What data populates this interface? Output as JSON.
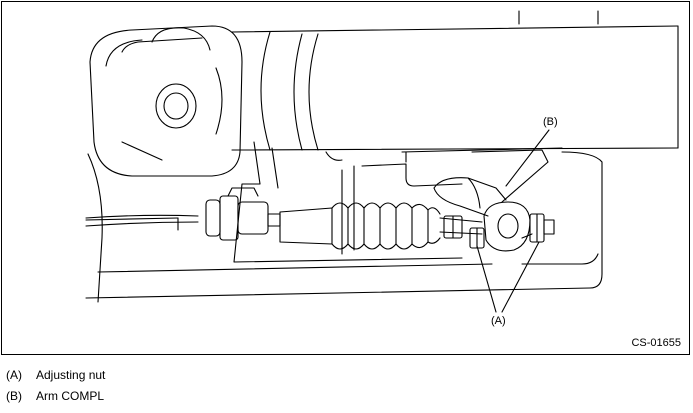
{
  "figure": {
    "code": "CS-01655",
    "callouts": {
      "a": "(A)",
      "b": "(B)"
    },
    "icon": "shift-cable-arm-illustration"
  },
  "legend": [
    {
      "key": "(A)",
      "text": "Adjusting nut"
    },
    {
      "key": "(B)",
      "text": "Arm COMPL"
    }
  ]
}
